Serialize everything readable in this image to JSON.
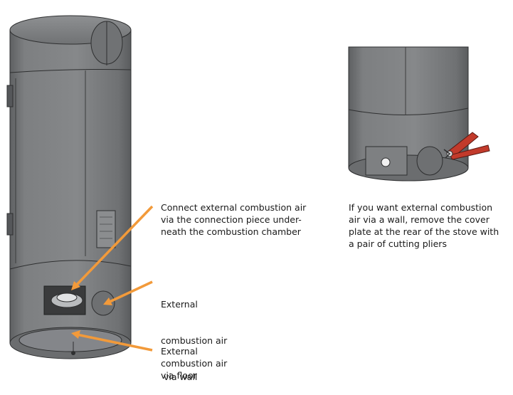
{
  "accent_color": "#f29a3a",
  "stove_body_color": "#7a7c7e",
  "callouts": {
    "connection_piece": [
      "Connect external combustion air",
      "via the connection piece under-",
      "neath the combustion chamber"
    ],
    "via_wall": [
      "External",
      "combustion air",
      " via wall"
    ],
    "via_floor": [
      "External",
      "combustion air",
      "via floor"
    ],
    "cover_plate": [
      "If you want external combustion",
      "air via a wall, remove the cover",
      "plate at the rear of the stove with",
      "a pair of cutting pliers"
    ]
  }
}
